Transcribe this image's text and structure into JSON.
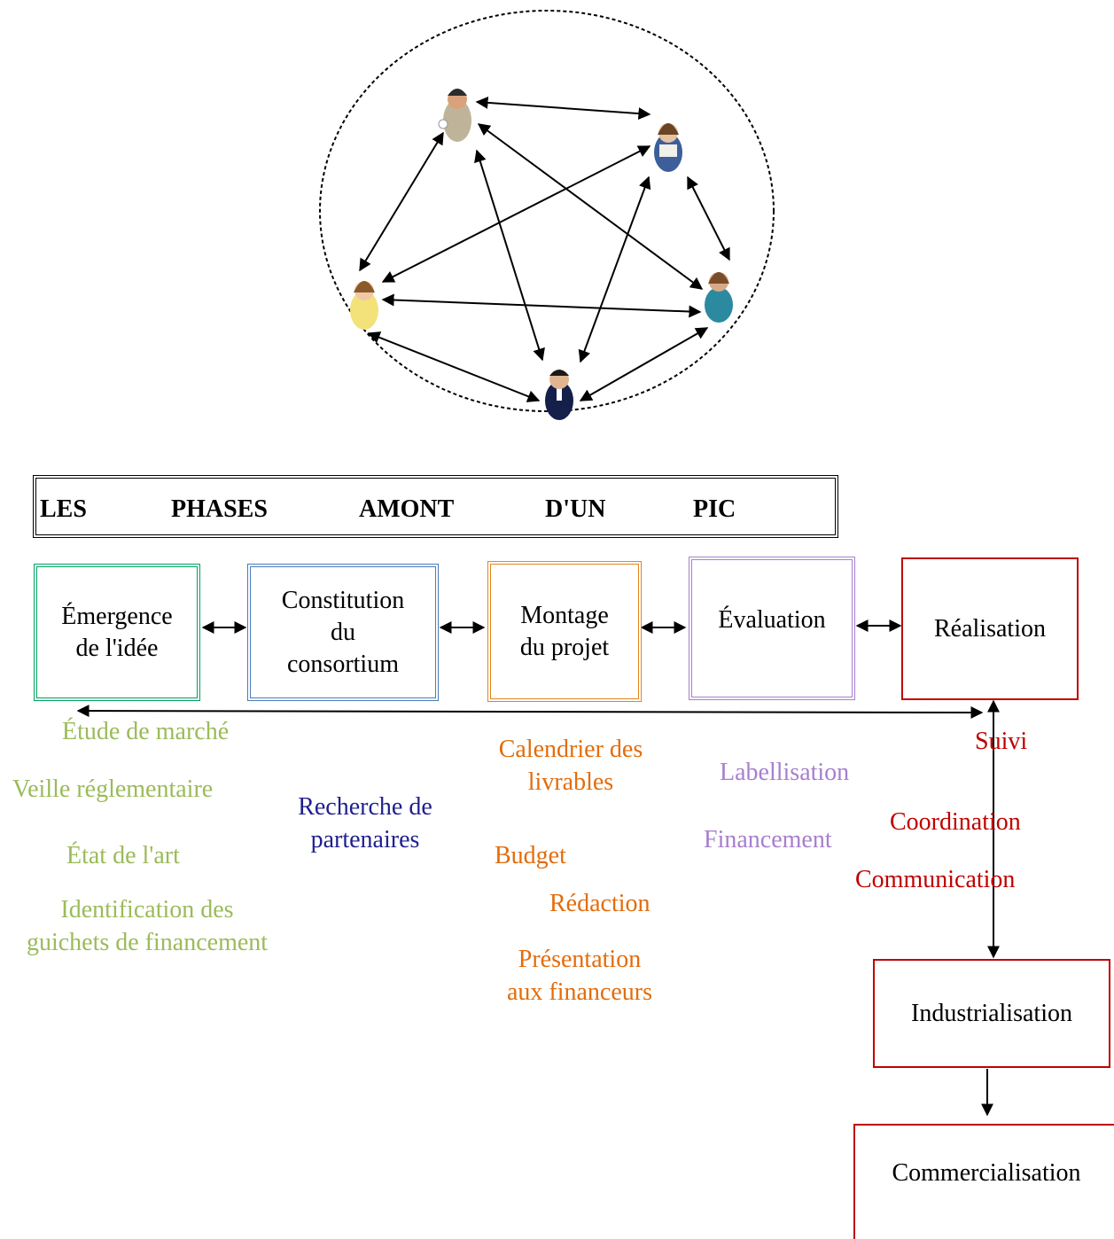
{
  "title": {
    "words": [
      "LES",
      "PHASES",
      "AMONT",
      "D'UN",
      "PIC"
    ]
  },
  "phases": [
    {
      "label": "Émergence\nde l'idée",
      "color": "#00a060"
    },
    {
      "label": "Constitution\ndu\nconsortium",
      "color": "#4a7ab8"
    },
    {
      "label": "Montage\ndu projet",
      "color": "#e3861a"
    },
    {
      "label": "Évaluation",
      "color": "#a77fd0"
    },
    {
      "label": "Réalisation",
      "color": "#c00000"
    }
  ],
  "downstream": [
    {
      "label": "Industrialisation",
      "color": "#c00000"
    },
    {
      "label": "Commercialisation",
      "color": "#c00000"
    }
  ],
  "tasks": {
    "emergence": [
      "Étude de marché",
      "Veille réglementaire",
      "État de l'art",
      "Identification des\nguichets de financement"
    ],
    "consortium": [
      "Recherche de\npartenaires"
    ],
    "montage": [
      "Calendrier des\nlivrables",
      "Budget",
      "Rédaction",
      "Présentation\naux financeurs"
    ],
    "evaluation": [
      "Labellisation",
      "Financement"
    ],
    "realisation": [
      "Suivi",
      "Coordination",
      "Communication"
    ]
  },
  "network": {
    "people": [
      "man-beige-icon",
      "woman-blue-icon",
      "woman-yellow-icon",
      "woman-teal-icon",
      "man-navy-icon"
    ]
  }
}
